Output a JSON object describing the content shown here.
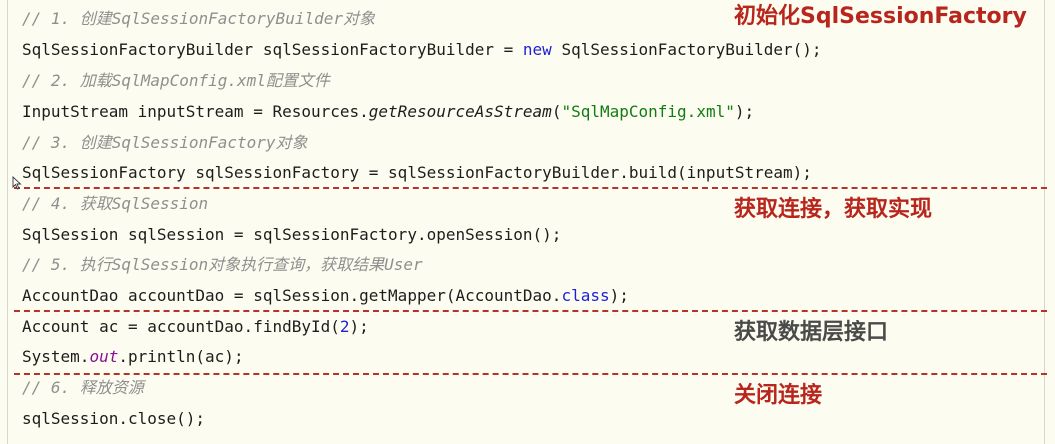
{
  "code_lines": [
    {
      "segments": [
        {
          "text": "// 1. 创建SqlSessionFactoryBuilder对象",
          "style": "comment"
        }
      ]
    },
    {
      "segments": [
        {
          "text": "SqlSessionFactoryBuilder sqlSessionFactoryBuilder = ",
          "style": "plain"
        },
        {
          "text": "new",
          "style": "kw"
        },
        {
          "text": " SqlSessionFactoryBuilder();",
          "style": "plain"
        }
      ]
    },
    {
      "segments": [
        {
          "text": "// 2. 加载SqlMapConfig.xml配置文件",
          "style": "comment"
        }
      ]
    },
    {
      "segments": [
        {
          "text": "InputStream inputStream = Resources.",
          "style": "plain"
        },
        {
          "text": "getResourceAsStream",
          "style": "italic"
        },
        {
          "text": "(",
          "style": "plain"
        },
        {
          "text": "\"SqlMapConfig.xml\"",
          "style": "str"
        },
        {
          "text": ");",
          "style": "plain"
        }
      ]
    },
    {
      "segments": [
        {
          "text": "// 3. 创建SqlSessionFactory对象",
          "style": "comment"
        }
      ]
    },
    {
      "segments": [
        {
          "text": "SqlSessionFactory sqlSessionFactory = sqlSessionFactoryBuilder.build(inputStream);",
          "style": "plain"
        }
      ]
    },
    {
      "segments": [
        {
          "text": "// 4. 获取SqlSession",
          "style": "comment"
        }
      ]
    },
    {
      "segments": [
        {
          "text": "SqlSession sqlSession = sqlSessionFactory.openSession();",
          "style": "plain"
        }
      ]
    },
    {
      "segments": [
        {
          "text": "// 5. 执行SqlSession对象执行查询，获取结果User",
          "style": "comment"
        }
      ]
    },
    {
      "segments": [
        {
          "text": "AccountDao accountDao = sqlSession.getMapper(AccountDao.",
          "style": "plain"
        },
        {
          "text": "class",
          "style": "kw"
        },
        {
          "text": ");",
          "style": "plain"
        }
      ]
    },
    {
      "segments": [
        {
          "text": "Account ac = accountDao.findById(",
          "style": "plain"
        },
        {
          "text": "2",
          "style": "num"
        },
        {
          "text": ");",
          "style": "plain"
        }
      ]
    },
    {
      "segments": [
        {
          "text": "System.",
          "style": "plain"
        },
        {
          "text": "out",
          "style": "field"
        },
        {
          "text": ".println(ac);",
          "style": "plain"
        }
      ]
    },
    {
      "segments": [
        {
          "text": "// 6. 释放资源",
          "style": "comment"
        }
      ]
    },
    {
      "segments": [
        {
          "text": "sqlSession.close();",
          "style": "plain"
        }
      ]
    }
  ],
  "annotations": {
    "init": "初始化SqlSessionFactory",
    "get_connection": "获取连接，获取实现",
    "get_dao": "获取数据层接口",
    "close": "关闭连接"
  },
  "colors": {
    "annotation_red": "#b8251d",
    "annotation_gray": "#4a4a4a",
    "divider": "#b8312a",
    "comment": "#8f8f8f",
    "keyword": "#1f1fd6",
    "string": "#127c12"
  }
}
